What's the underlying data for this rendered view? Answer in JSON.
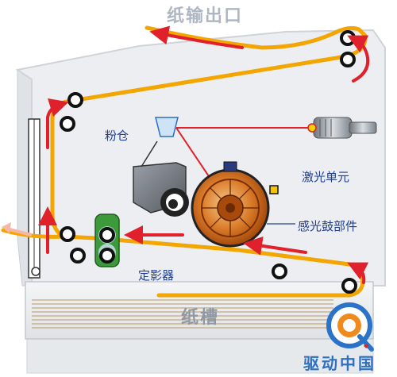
{
  "labels": {
    "paper_exit": "纸输出口",
    "toner_hopper": "粉仓",
    "laser_unit": "激光单元",
    "drum_unit": "感光鼓部件",
    "fuser": "定影器",
    "paper_tray": "纸槽"
  },
  "watermark": {
    "brand_text": "驱动中国"
  },
  "colors": {
    "paper_path": "#f3a500",
    "arrow": "#e0202a",
    "laser_beam": "#e0202a",
    "roller": "#111111",
    "fuser": "#3c9a3a",
    "drum": "#c05a10",
    "label_text": "#1f3f8f",
    "housing": "#e8ebee"
  }
}
